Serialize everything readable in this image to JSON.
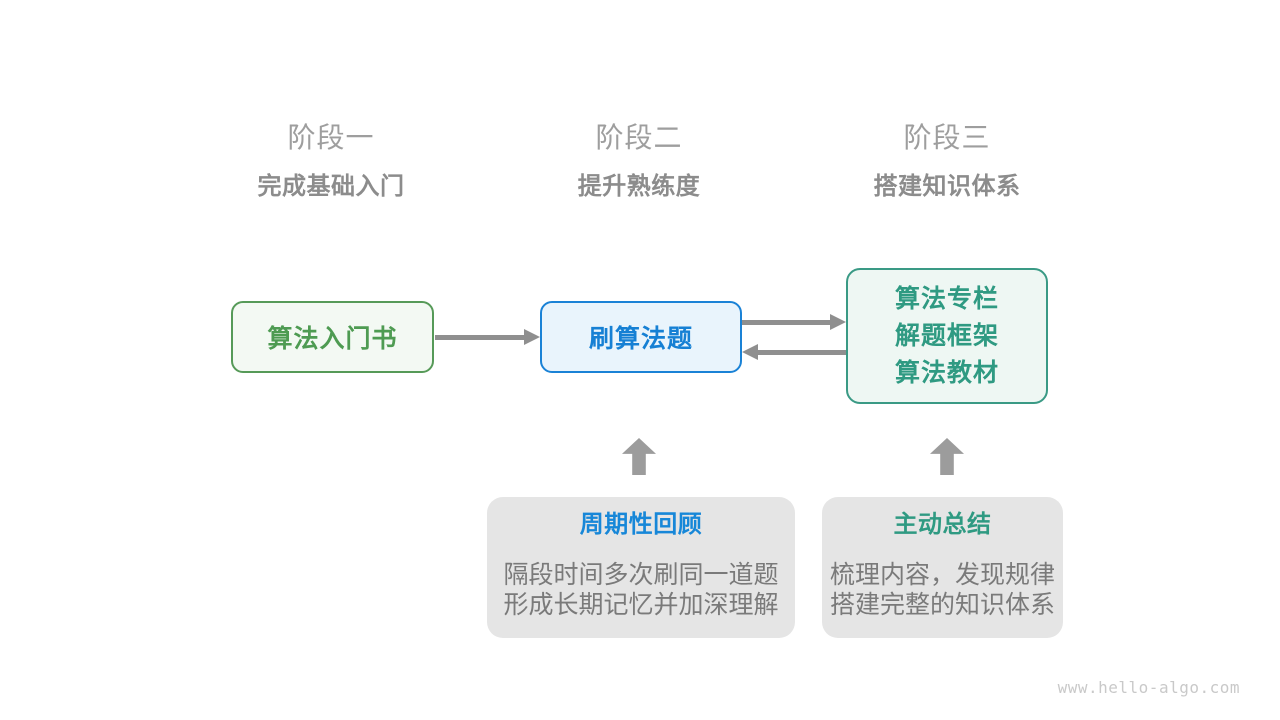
{
  "page": {
    "background": "#ffffff",
    "watermark": "www.hello-algo.com"
  },
  "stages": [
    {
      "label": "阶段一",
      "subtitle": "完成基础入门"
    },
    {
      "label": "阶段二",
      "subtitle": "提升熟练度"
    },
    {
      "label": "阶段三",
      "subtitle": "搭建知识体系"
    }
  ],
  "flow": {
    "box_beginner_book": {
      "label": "算法入门书",
      "text_color": "#4e9b52",
      "border_color": "#569a58",
      "bg": "#f3f9f3"
    },
    "box_practice": {
      "label": "刷算法题",
      "text_color": "#1680d4",
      "border_color": "#1a82d6",
      "bg": "#e9f4fc"
    },
    "box_resources": {
      "lines": [
        "算法专栏",
        "解题框架",
        "算法教材"
      ],
      "text_color": "#2f9a82",
      "border_color": "#3a9a85",
      "bg": "#eef7f3"
    },
    "arrow_color": "#8f8f8f"
  },
  "notes": [
    {
      "title": "周期性回顾",
      "title_color": "#1787d8",
      "lines": [
        "隔段时间多次刷同一道题",
        "形成长期记忆并加深理解"
      ]
    },
    {
      "title": "主动总结",
      "title_color": "#2f9a82",
      "lines": [
        "梳理内容，发现规律",
        "搭建完整的知识体系"
      ]
    }
  ]
}
